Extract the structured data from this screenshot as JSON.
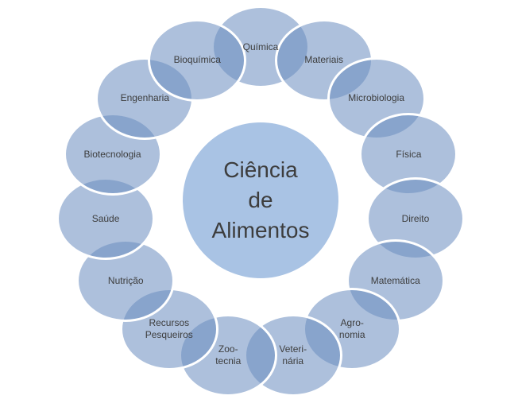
{
  "diagram": {
    "center": {
      "lines": [
        "Ciência",
        "de",
        "Alimentos"
      ]
    },
    "ring": [
      {
        "id": "quimica",
        "lines": [
          "Química"
        ]
      },
      {
        "id": "materiais",
        "lines": [
          "Materiais"
        ]
      },
      {
        "id": "microbiologia",
        "lines": [
          "Microbiologia"
        ]
      },
      {
        "id": "fisica",
        "lines": [
          "Física"
        ]
      },
      {
        "id": "direito",
        "lines": [
          "Direito"
        ]
      },
      {
        "id": "matematica",
        "lines": [
          "Matemática"
        ]
      },
      {
        "id": "agronomia",
        "lines": [
          "Agro-",
          "nomia"
        ]
      },
      {
        "id": "veterinaria",
        "lines": [
          "Veteri-",
          "nária"
        ]
      },
      {
        "id": "zootecnia",
        "lines": [
          "Zoo-",
          "tecnia"
        ]
      },
      {
        "id": "recursos-pesqueiros",
        "lines": [
          "Recursos",
          "Pesqueiros"
        ]
      },
      {
        "id": "nutricao",
        "lines": [
          "Nutrição"
        ]
      },
      {
        "id": "saude",
        "lines": [
          "Saúde"
        ]
      },
      {
        "id": "biotecnologia",
        "lines": [
          "Biotecnologia"
        ]
      },
      {
        "id": "engenharia",
        "lines": [
          "Engenharia"
        ]
      },
      {
        "id": "bioquimica",
        "lines": [
          "Bioquímica"
        ]
      }
    ],
    "colors": {
      "ellipse_fill": "rgba(106,141,191,0.55)",
      "ellipse_border": "#ffffff",
      "center_fill": "#a9c3e4",
      "text": "#3d3d3d",
      "background": "#ffffff"
    }
  }
}
